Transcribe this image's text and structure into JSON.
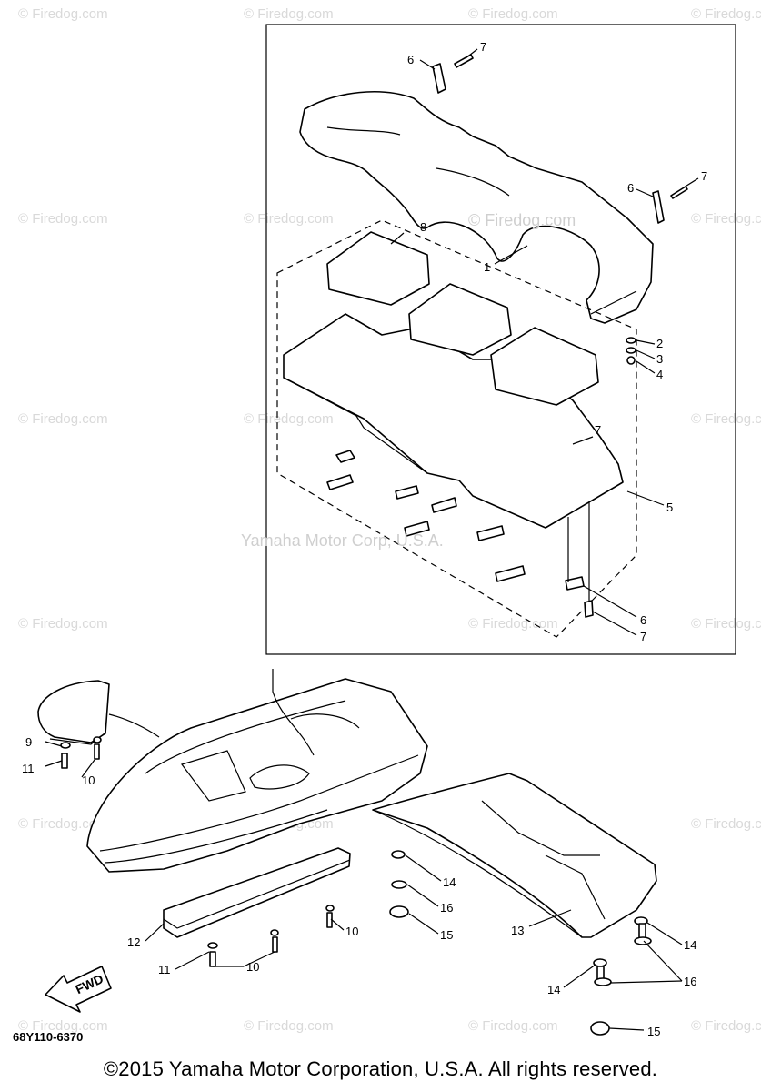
{
  "watermarks": {
    "site": "© Firedog.com",
    "center_site": "© Firedog.com",
    "center_corp": "Yamaha Motor Corp, U.S.A."
  },
  "callouts": {
    "c1": "1",
    "c2": "2",
    "c3": "3",
    "c4": "4",
    "c5": "5",
    "c6a": "6",
    "c6b": "6",
    "c6c": "6",
    "c7a": "7",
    "c7b": "7",
    "c7c": "7",
    "c7d": "7",
    "c8": "8",
    "c9": "9",
    "c10a": "10",
    "c10b": "10",
    "c10c": "10",
    "c11a": "11",
    "c11b": "11",
    "c12": "12",
    "c13": "13",
    "c14a": "14",
    "c14b": "14",
    "c14c": "14",
    "c15a": "15",
    "c15b": "15",
    "c16a": "16",
    "c16b": "16"
  },
  "fwd_label": "FWD",
  "part_number": "68Y110-6370",
  "copyright": "©2015 Yamaha Motor Corporation, U.S.A. All rights reserved."
}
